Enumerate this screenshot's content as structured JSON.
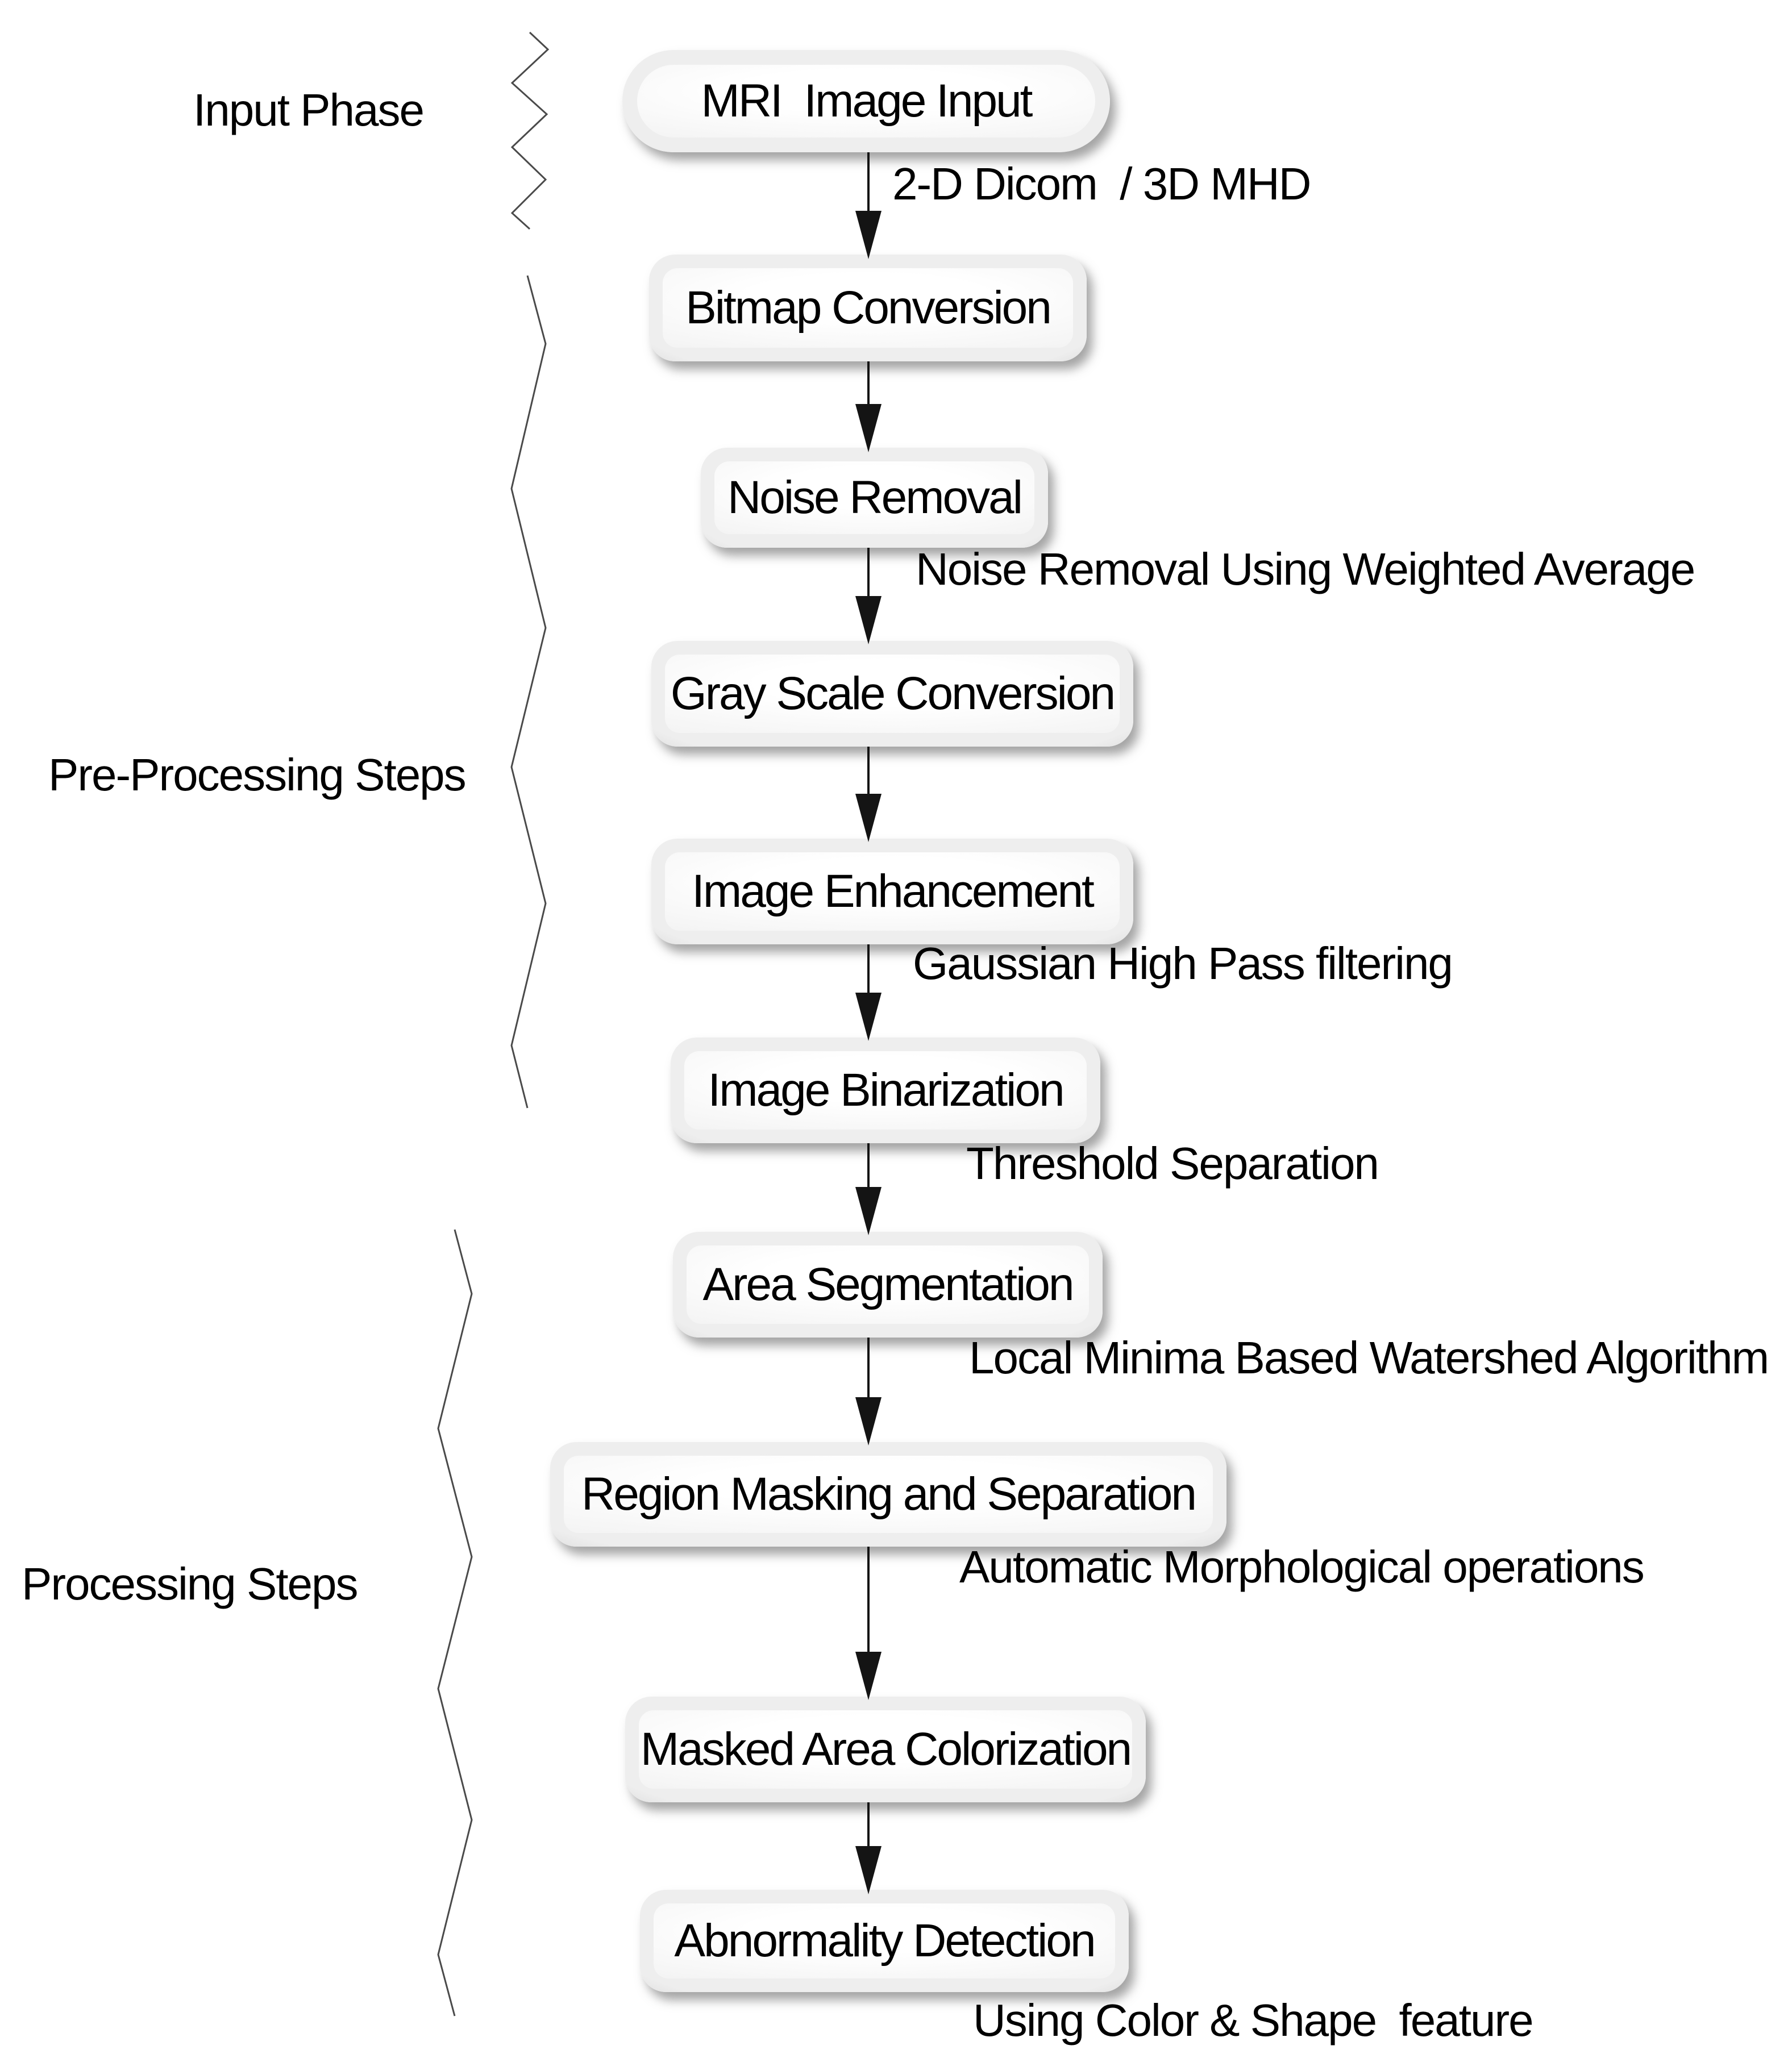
{
  "phases": [
    {
      "label": "Input Phase"
    },
    {
      "label": "Pre-Processing Steps"
    },
    {
      "label": "Processing Steps"
    }
  ],
  "nodes": [
    {
      "label": "MRI  Image Input",
      "shape": "stadium"
    },
    {
      "label": "Bitmap Conversion",
      "shape": "rounded"
    },
    {
      "label": "Noise Removal",
      "shape": "rounded"
    },
    {
      "label": "Gray Scale Conversion",
      "shape": "rounded"
    },
    {
      "label": "Image Enhancement",
      "shape": "rounded"
    },
    {
      "label": "Image Binarization",
      "shape": "rounded"
    },
    {
      "label": "Area Segmentation",
      "shape": "rounded"
    },
    {
      "label": "Region Masking and Separation",
      "shape": "rounded"
    },
    {
      "label": "Masked Area Colorization",
      "shape": "rounded"
    },
    {
      "label": "Abnormality Detection",
      "shape": "rounded"
    }
  ],
  "edge_labels": [
    {
      "text": "2-D Dicom  / 3D MHD"
    },
    {
      "text": "Noise Removal Using Weighted Average"
    },
    {
      "text": "Gaussian High Pass filtering"
    },
    {
      "text": "Threshold Separation"
    },
    {
      "text": "Local Minima Based Watershed Algorithm"
    },
    {
      "text": "Automatic Morphological operations"
    },
    {
      "text": "Using Color & Shape  feature"
    }
  ],
  "colors": {
    "background": "#ffffff",
    "text": "#000000",
    "arrow": "#141414",
    "brace": "#4a4a4a",
    "box_frame_dark": "#828282",
    "box_frame_light": "#eeeeee",
    "box_fill_center": "#ffffff",
    "box_fill_edge": "#e3e3e3"
  }
}
